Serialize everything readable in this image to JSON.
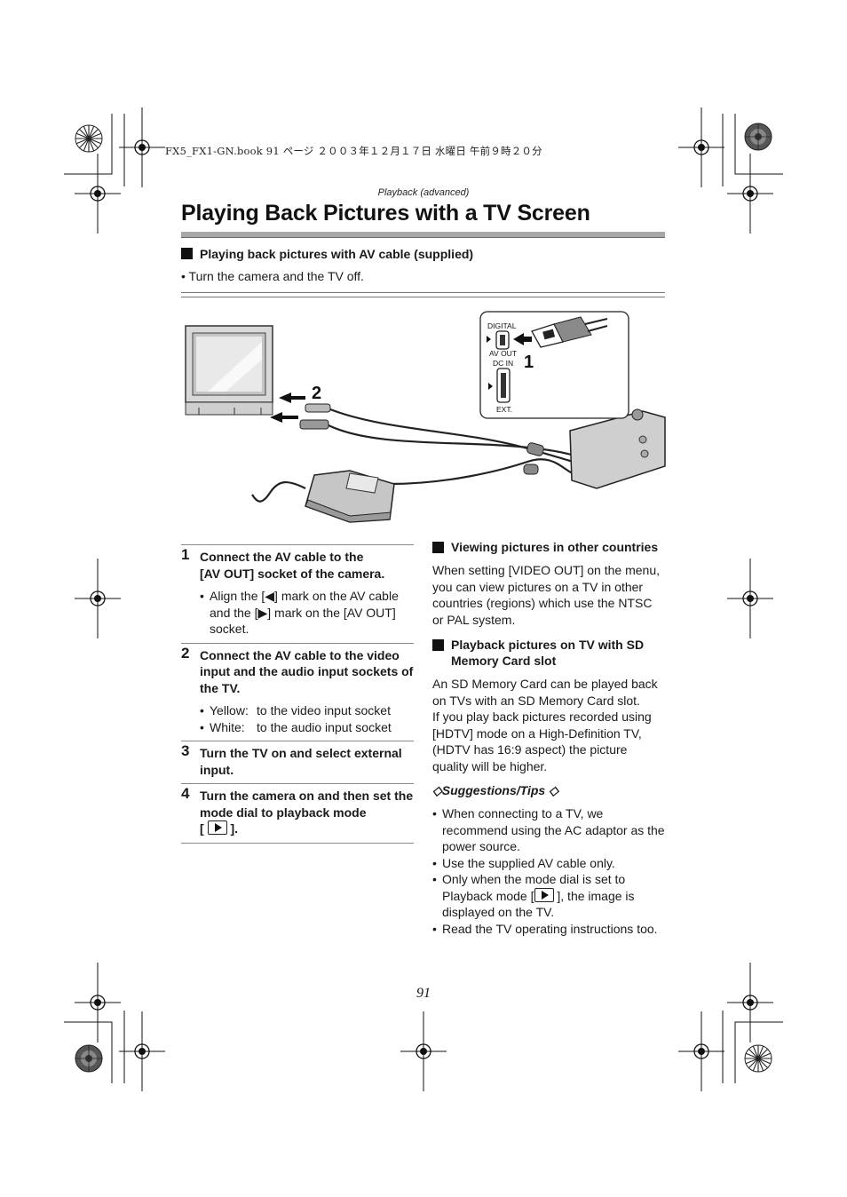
{
  "print_header": "FX5_FX1-GN.book  91 ページ  ２００３年１２月１７日  水曜日  午前９時２０分",
  "section_label": "Playback (advanced)",
  "page_title": "Playing Back Pictures with a TV Screen",
  "intro": {
    "heading": "Playing back pictures with AV cable (supplied)",
    "bullet": "• Turn the camera and the TV off."
  },
  "illustration": {
    "port_digital": "DIGITAL",
    "port_av_out": "AV OUT",
    "port_dc_in": "DC IN",
    "port_ext": "EXT.",
    "callout_1": "1",
    "callout_2": "2"
  },
  "steps": [
    {
      "num": "1",
      "title_line1": "Connect the AV cable to the",
      "title_line2": "[AV OUT] socket of the camera.",
      "bullet_pre": "Align the [",
      "bullet_mid": "] mark on the AV cable and the [",
      "bullet_post": "] mark on the [AV OUT] socket."
    },
    {
      "num": "2",
      "title": "Connect the AV cable to the video input and the audio input sockets of the TV.",
      "bullets": [
        {
          "label": "Yellow:",
          "text": "to the video input socket"
        },
        {
          "label": "White:",
          "text": "to the audio input socket"
        }
      ]
    },
    {
      "num": "3",
      "title": "Turn the TV on and select external input."
    },
    {
      "num": "4",
      "title": "Turn the camera on and then set the mode dial to playback mode",
      "title_bracket_open": "[",
      "title_bracket_close": "]."
    }
  ],
  "right_col": {
    "head1": "Viewing pictures in other countries",
    "para1": "When setting [VIDEO OUT] on the menu, you can view pictures on a TV in other countries (regions) which use the NTSC or PAL system.",
    "head2": "Playback pictures on TV with SD Memory Card slot",
    "para2a": "An SD Memory Card can be played back on TVs with an SD Memory Card slot.",
    "para2b": "If you play back pictures recorded using [HDTV] mode on a High-Definition TV, (HDTV has 16:9 aspect) the picture quality will be higher.",
    "tips_head": "◇Suggestions/Tips ◇",
    "tips": [
      "When connecting to a TV, we recommend using the AC adaptor as the power source.",
      "Use the supplied AV cable only."
    ],
    "tip3_pre": "Only when the mode dial is set to Playback mode [",
    "tip3_post": "], the image is displayed on the TV.",
    "tip4": "Read the TV operating instructions too."
  },
  "page_number": "91"
}
